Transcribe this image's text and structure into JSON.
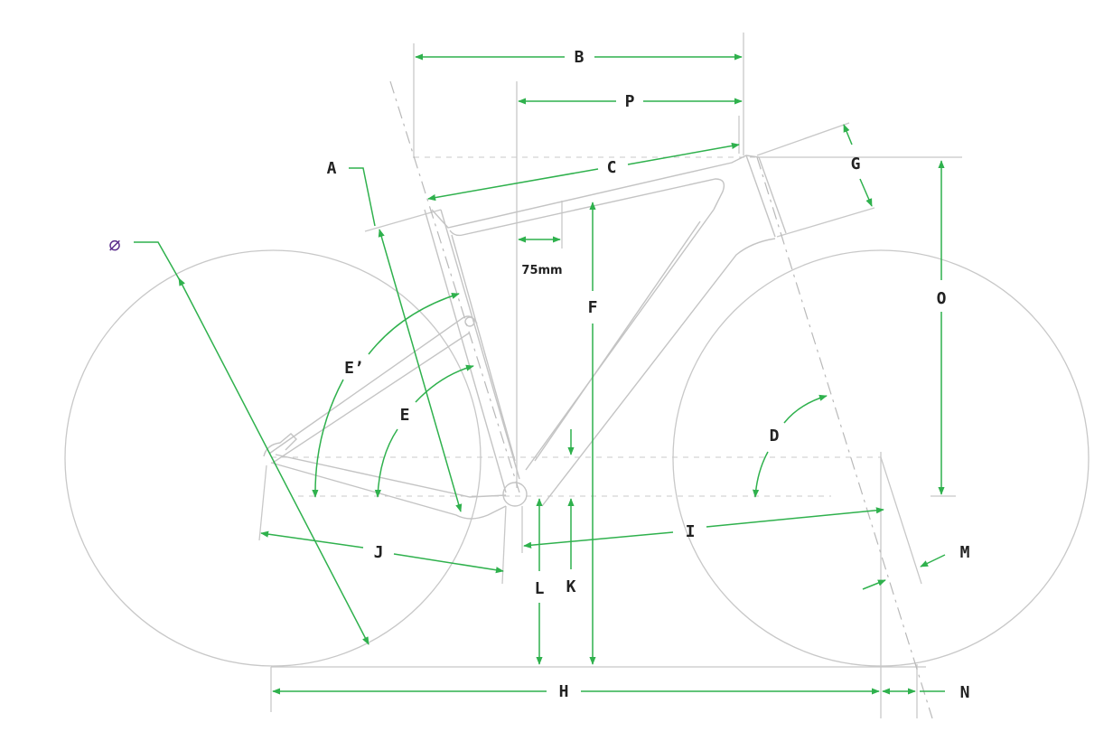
{
  "labels": {
    "A": "A",
    "B": "B",
    "C": "C",
    "D": "D",
    "E": "E",
    "E_prime": "E’",
    "F": "F",
    "G": "G",
    "H": "H",
    "I": "I",
    "J": "J",
    "K": "K",
    "L": "L",
    "M": "M",
    "N": "N",
    "O": "O",
    "P": "P",
    "wheel": "⌀",
    "offset": "75mm"
  },
  "colors": {
    "dimension": "#2fb14d",
    "outline": "#c8c8c8",
    "wheel_symbol": "#5b2e8c",
    "text": "#222222"
  }
}
